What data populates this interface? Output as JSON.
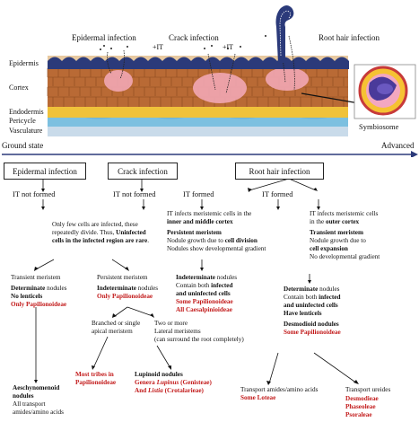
{
  "figure": {
    "top_labels": {
      "epidermal": "Epidermal infection",
      "crack": "Crack infection",
      "root_hair": "Root hair infection",
      "it_left": "+IT",
      "it_right": "+IT"
    },
    "layers": [
      "Epidermis",
      "Cortex",
      "Endodermis",
      "Pericycle",
      "Vasculature"
    ],
    "symbiosome": "Symbiosome",
    "axis": {
      "start": "Ground state",
      "end": "Advanced"
    },
    "colors": {
      "epidermis": "#2b3a7a",
      "cortex": "#b96a35",
      "cortex_infected": "#f2a7b4",
      "endodermis": "#f0c23a",
      "pericycle": "#6fb4d8",
      "vasculature": "#c9dbea",
      "red_text": "#c21a1a"
    }
  },
  "flow": {
    "boxes": {
      "epidermal": "Epidermal infection",
      "crack": "Crack infection",
      "root_hair": "Root hair infection"
    },
    "it_labels": {
      "epi": "IT not formed",
      "crack": "IT not formed",
      "rh1": "IT formed",
      "rh2": "IT formed"
    },
    "few_cells": {
      "l1": "Only few cells are infected, these",
      "l2": "repeatedly divide. Thus,",
      "l2b": "Uninfected",
      "l3": "cells in the infected region are rare",
      "l3p": "."
    },
    "inner_cortex": {
      "l1": "IT infects meristemic cells in the",
      "l2": "inner and middle cortex",
      "l3": "Persistent meristem",
      "l4": "Nodule growth due to",
      "l4b": "cell division",
      "l5": "Nodules show developmental gradient"
    },
    "outer_cortex": {
      "l1": "IT infects meristemic cells",
      "l2": "in the",
      "l2b": "outer cortex",
      "l3": "Transient meristem",
      "l4": "Nodule growth due to",
      "l5": "cell expansion",
      "l6": "No developmental gradient"
    },
    "epi_branch": {
      "l1": "Transient meristem",
      "l2": "Determinate",
      "l2b": "nodules",
      "l3": "No lenticels",
      "l4": "Only Papilionoideae"
    },
    "crack_branch": {
      "l1": "Persistent meristem",
      "l2": "Indeterminate",
      "l2b": "nodules",
      "l3": "Only Papilionoideae"
    },
    "indeterminate": {
      "l1": "Indeterminate",
      "l1b": "nodules",
      "l2": "Contain both",
      "l2b": "infected",
      "l3": "and uninfected cells",
      "l4": "Some Papilionoideae",
      "l5": "All Caesalpinioideae"
    },
    "determinate": {
      "l1": "Determinate",
      "l1b": "nodules",
      "l2": "Contain both",
      "l2b": "infected",
      "l3": "and uninfected cells",
      "l4": "Have lenticels",
      "l5": "Desmodioid nodules",
      "l6": "Some Papilionoideae"
    },
    "branched": {
      "l1": "Branched or single",
      "l2": "apical meristem"
    },
    "lateral": {
      "l1": "Two or more",
      "l2": "Lateral meristems",
      "l3": "(can surround the root completely)"
    },
    "aeschy": {
      "l1": "Aeschynomenoid",
      "l2": "nodules",
      "l3": "All transport",
      "l4": "amides/amino acids"
    },
    "most_tribes": {
      "l1": "Most tribes in",
      "l2": "Papilionoideae"
    },
    "lupinoid": {
      "l1": "Lupinoid nodules",
      "l2": "Genera",
      "l2i": "Lupinus",
      "l2c": "(Genisteae)",
      "l3": "And",
      "l3i": "Listia",
      "l3c": "(Crotalarieae)"
    },
    "amides": {
      "l1": "Transport amides/amino acids",
      "l2": "Some Loteae"
    },
    "ureides": {
      "l1": "Transport ureides",
      "l2": "Desmodieae",
      "l3": "Phaseoleae",
      "l4": "Psoraleae"
    }
  }
}
